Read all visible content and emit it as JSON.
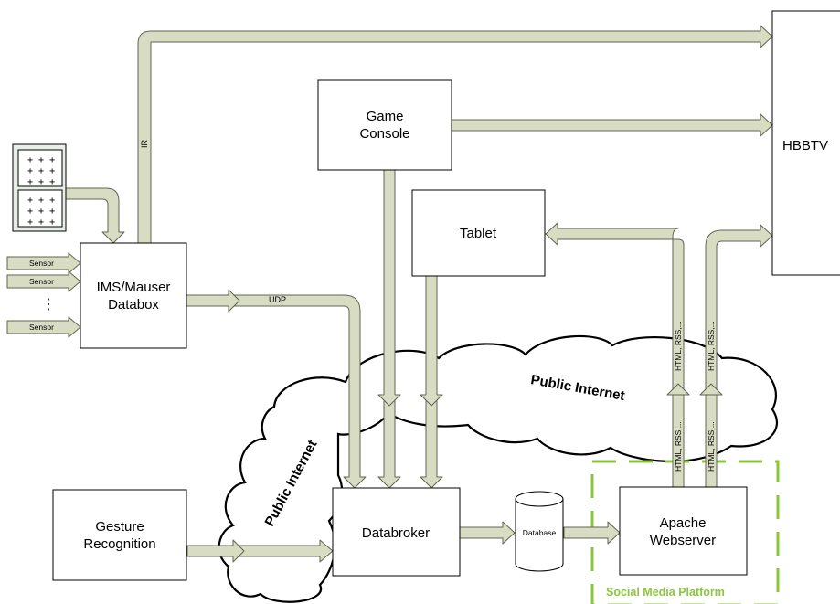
{
  "nodes": {
    "hbbtv": "HBBTV",
    "game_console_line1": "Game",
    "game_console_line2": "Console",
    "tablet": "Tablet",
    "ims_line1": "IMS/Mauser",
    "ims_line2": "Databox",
    "gesture_line1": "Gesture",
    "gesture_line2": "Recognition",
    "databroker": "Databroker",
    "database": "Database",
    "apache_line1": "Apache",
    "apache_line2": "Webserver"
  },
  "sensors": [
    "Sensor",
    "Sensor",
    "Sensor"
  ],
  "sensor_ellipsis": "⋮",
  "edge_labels": {
    "ir": "IR",
    "udp": "UDP",
    "html_rss_1": "HTML, RSS,...",
    "html_rss_2": "HTML, RSS,...",
    "html_rss_3": "HTML, RSS,...",
    "html_rss_4": "HTML, RSS,..."
  },
  "cloud_labels": {
    "public_internet_right": "Public Internet",
    "public_internet_left": "Public Internet"
  },
  "platform_label": "Social Media Platform",
  "colors": {
    "arrow_fill": "#d7dcc3",
    "arrow_stroke": "#5f6650",
    "platform_border": "#8cc63f"
  }
}
